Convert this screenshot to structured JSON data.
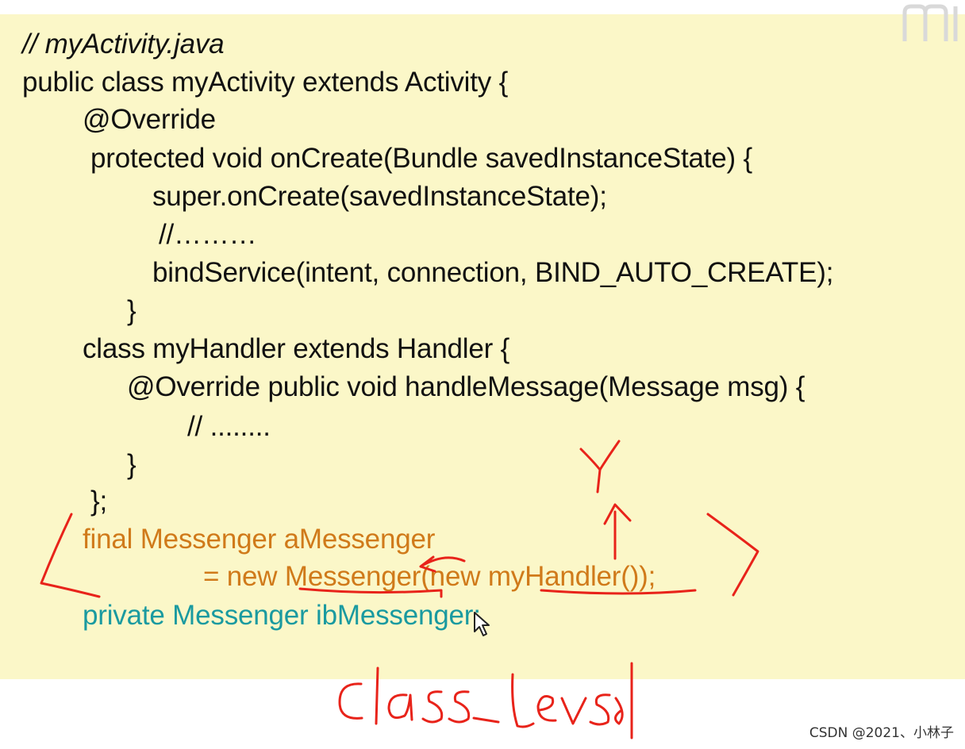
{
  "code": {
    "lines": [
      "// myActivity.java",
      "public class myActivity extends Activity {",
      "@Override",
      "protected void onCreate(Bundle savedInstanceState) {",
      "super.onCreate(savedInstanceState);",
      "//………",
      "bindService(intent, connection, BIND_AUTO_CREATE);",
      "}",
      "class myHandler extends Handler {",
      "@Override public void handleMessage(Message msg) {",
      "// ........",
      "}",
      "};",
      "final Messenger aMessenger",
      "= new Messenger(new myHandler());",
      "private Messenger ibMessenger;"
    ]
  },
  "annotation": {
    "handwritten_text": "class-level",
    "handwritten_letter": "Y"
  },
  "watermark": "CSDN @2021、小林子",
  "colors": {
    "slide_background": "#fbf7c8",
    "code_text": "#111111",
    "final_field": "#d07a1a",
    "private_field": "#1a9aa0",
    "ink": "#e8231a"
  },
  "icons": {
    "logo": "logo-mark-icon",
    "cursor": "mouse-pointer-icon"
  }
}
